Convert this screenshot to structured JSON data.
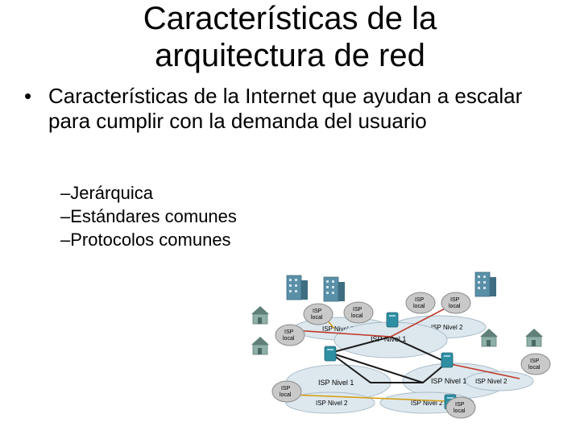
{
  "slide": {
    "title_line1": "Características de la",
    "title_line2": "arquitectura de red",
    "bullet": "Características de la Internet que ayudan a escalar para cumplir con la demanda del usuario",
    "sub_items": [
      "–Jerárquica",
      "–Estándares comunes",
      "–Protocolos comunes"
    ]
  },
  "diagram": {
    "clouds": {
      "isp_nivel_1_top": "ISP Nivel 1",
      "isp_nivel_1_left": "ISP Nivel 1",
      "isp_nivel_1_right": "ISP Nivel 1",
      "isp_nivel_2_top_left": "ISP Nivel 2",
      "isp_nivel_2_top_right": "ISP Nivel 2",
      "isp_nivel_2_bottom_left": "ISP Nivel 2",
      "isp_nivel_2_bottom_right": "ISP Nivel 2",
      "isp_nivel_2_right": "ISP Nivel 2"
    },
    "local_isps": {
      "top_1": [
        "ISP",
        "local"
      ],
      "top_2": [
        "ISP",
        "local"
      ],
      "top_3": [
        "ISP",
        "local"
      ],
      "top_4": [
        "ISP",
        "local"
      ],
      "left_1": [
        "ISP",
        "local"
      ],
      "left_2": [
        "ISP",
        "local"
      ],
      "right_1": [
        "ISP",
        "local"
      ],
      "bottom_1": [
        "ISP",
        "local"
      ]
    },
    "colors": {
      "cloud_fill": "#dde8ee",
      "cloud_stroke": "#a9bcc8",
      "local_fill": "#c9c9c9",
      "local_stroke": "#8a8a8a",
      "link_tier1": "#1a1a1a",
      "link_tier2": "#c0392b",
      "link_local": "#d4a017",
      "router": "#2e8fa3",
      "house": "#6f8f88",
      "building": "#5a8fa8"
    }
  }
}
